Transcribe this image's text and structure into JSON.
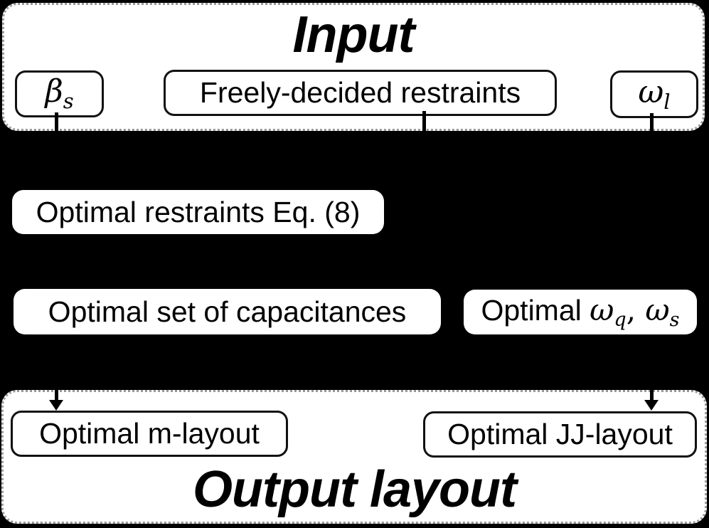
{
  "diagram": {
    "kind": "flowchart",
    "background_color": "#000000",
    "panel_color": "#ffffff",
    "panel_border_color": "#999999",
    "box_border_color": "#111111",
    "text_color": "#000000"
  },
  "input_panel": {
    "title": "Input",
    "beta_box": {
      "base": "β",
      "sub": "s"
    },
    "freely_box": {
      "label": "Freely-decided restraints"
    },
    "omega_box": {
      "base": "ω",
      "sub": "l"
    }
  },
  "middle": {
    "restraints_box": {
      "label": "Optimal restraints Eq. (8)"
    },
    "capacitances_box": {
      "label": "Optimal set of capacitances"
    },
    "omega_qs_box": {
      "prefix": "Optimal ",
      "omega1_base": "ω",
      "omega1_sub": "q",
      "comma": ", ",
      "omega2_base": "ω",
      "omega2_sub": "s"
    }
  },
  "output_panel": {
    "title": "Output layout",
    "m_layout_box": {
      "label": "Optimal m-layout"
    },
    "jj_layout_box": {
      "label": "Optimal JJ-layout"
    }
  }
}
